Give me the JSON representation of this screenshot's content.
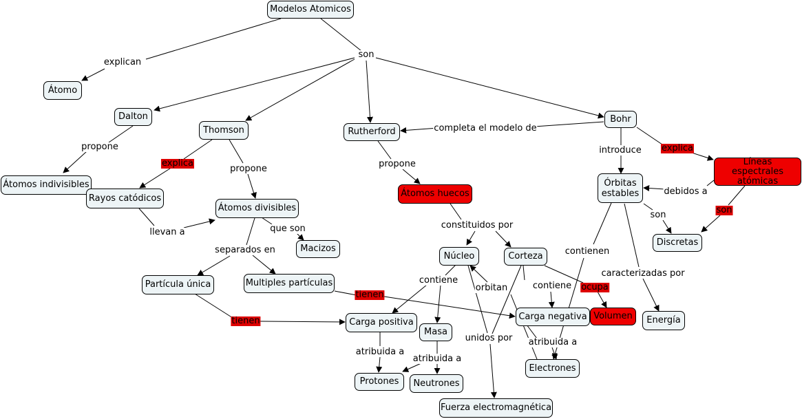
{
  "concepts": {
    "modelos": "Modelos Atomicos",
    "atomo": "Átomo",
    "dalton": "Dalton",
    "thomson": "Thomson",
    "rutherford": "Rutherford",
    "bohr": "Bohr",
    "indivisibles": "Átomos indivisibles",
    "rayos": "Rayos catódicos",
    "divisibles": "Átomos divisibles",
    "huecos": "Átomos huecos",
    "orbitas": "Órbitas estables",
    "lineas": "Líneas espectrales atómicas",
    "discretas": "Discretas",
    "macizos": "Macizos",
    "nucleo": "Núcleo",
    "corteza": "Corteza",
    "particula": "Partícula única",
    "multiples": "Multiples partículas",
    "carga_pos": "Carga positiva",
    "carga_neg": "Carga negativa",
    "volumen": "Volumen",
    "energia": "Energía",
    "masa": "Masa",
    "protones": "Protones",
    "neutrones": "Neutrones",
    "electrones": "Electrones",
    "fuerza": "Fuerza electromagnética"
  },
  "links": {
    "explican": "explican",
    "son": "son",
    "propone_dalton": "propone",
    "explica_thomson": "explica",
    "propone_thomson": "propone",
    "completa": "completa el modelo de",
    "propone_rutherford": "propone",
    "introduce": "introduce",
    "explica_bohr": "explica",
    "debidos": "debidos a",
    "son_orbitas": "son",
    "son_lineas": "son",
    "llevan": "llevan a",
    "que_son": "que son",
    "constituidos": "constituidos por",
    "contienen": "contienen",
    "separados": "separados en",
    "contiene_nucleo": "contiene",
    "orbitan": "orbitan",
    "contiene_corteza": "contiene",
    "ocupa": "ocupa",
    "caracterizadas": "caracterizadas por",
    "tienen_multiples": "tienen",
    "tienen_particula": "tienen",
    "atribuida_pos": "atribuida a",
    "atribuida_masa": "atribuida a",
    "atribuida_neg": "atribuida a",
    "unidos": "unidos por"
  },
  "colors": {
    "node_fill": "#edf4f6",
    "highlight": "#ee0000",
    "line": "#000000"
  }
}
